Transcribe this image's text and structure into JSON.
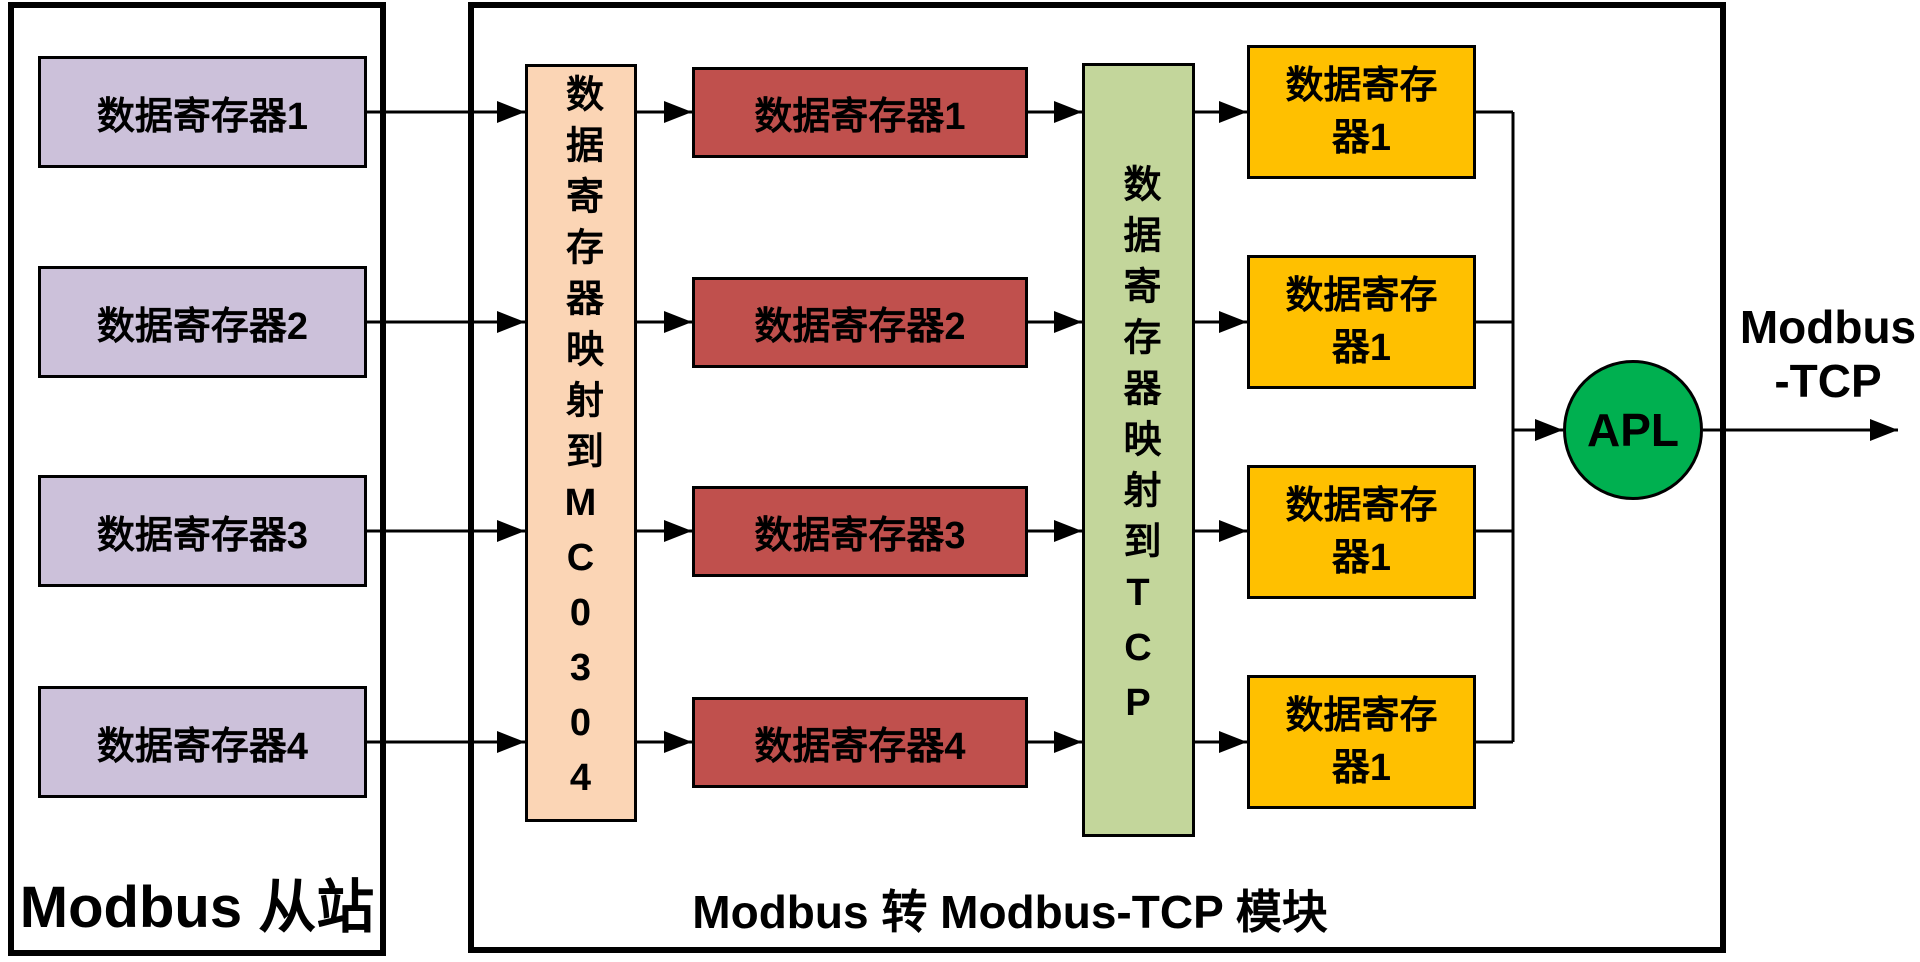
{
  "left_panel": {
    "title": "Modbus 从站",
    "registers": [
      {
        "label": "数据寄存器1"
      },
      {
        "label": "数据寄存器2"
      },
      {
        "label": "数据寄存器3"
      },
      {
        "label": "数据寄存器4"
      }
    ]
  },
  "module_panel": {
    "title": "Modbus 转 Modbus-TCP 模块",
    "mc_mapper_label": "数据寄存器映射到MC0304",
    "registers": [
      {
        "label": "数据寄存器1"
      },
      {
        "label": "数据寄存器2"
      },
      {
        "label": "数据寄存器3"
      },
      {
        "label": "数据寄存器4"
      }
    ],
    "tcp_mapper_label": "数据寄存器映射到TCP",
    "tcp_registers": [
      {
        "label": "数据寄存器1"
      },
      {
        "label": "数据寄存器1"
      },
      {
        "label": "数据寄存器1"
      },
      {
        "label": "数据寄存器1"
      }
    ],
    "apl_label": "APL"
  },
  "output": {
    "line1": "Modbus",
    "line2": "-TCP"
  },
  "colors": {
    "slave_register_fill": "#CCC1DA",
    "module_register_fill": "#C0504D",
    "mc_mapper_fill": "#FBD5B5",
    "tcp_mapper_fill": "#C3D69B",
    "tcp_register_fill": "#FFC000",
    "apl_fill": "#00B050",
    "line_color": "#000000"
  }
}
